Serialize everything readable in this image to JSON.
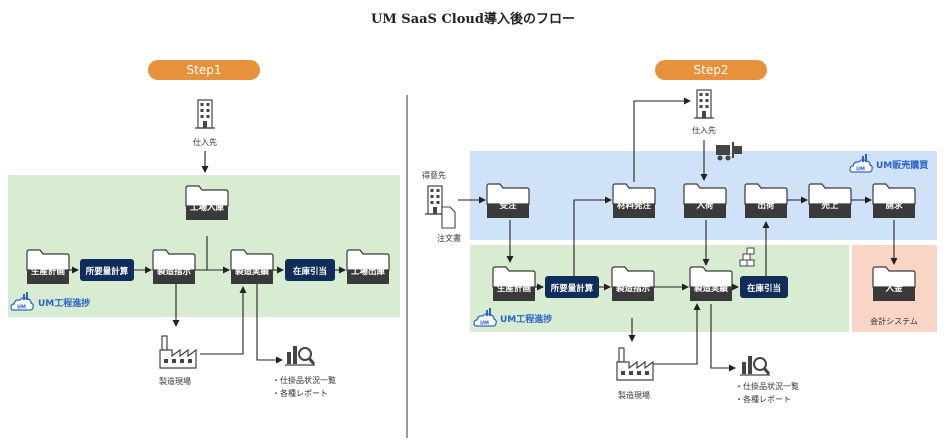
{
  "title": "UM SaaS Cloud導入後のフロー",
  "step1": {
    "label": "Step1",
    "supplier": "仕入先",
    "nodes": {
      "koujou_nyuuko": "工場入庫",
      "seisan_keikaku": "生産計画",
      "shoyouryou": "所要量計算",
      "seizou_shiji": "製造指示",
      "seizou_jisseki": "製造実績",
      "zaiko_hikiate": "在庫引当",
      "koujou_shukko": "工場出庫"
    },
    "brand": "UM工程進捗",
    "factory": "製造現場",
    "report_1": "・仕掛品状況一覧",
    "report_2": "・各種レポート"
  },
  "step2": {
    "label": "Step2",
    "supplier": "仕入先",
    "customer": "得意先",
    "order_doc": "注文書",
    "nodes": {
      "juchuu": "受注",
      "zairyou_hacchuu": "材料発注",
      "nyuuka": "入荷",
      "shukka": "出荷",
      "uriage": "売上",
      "seikyuu": "請求",
      "seisan_keikaku": "生産計画",
      "shoyouryou": "所要量計算",
      "seizou_shiji": "製造指示",
      "seizou_jisseki": "製造実績",
      "zaiko_hikiate": "在庫引当",
      "nyuukin": "入金"
    },
    "brand_sales": "UM販売購買",
    "brand_process": "UM工程進捗",
    "accounting": "会計システム",
    "factory": "製造現場",
    "report_1": "・仕掛品状況一覧",
    "report_2": "・各種レポート"
  },
  "colors": {
    "step_pill": "#e8913c",
    "green_area": "#d8ecd2",
    "blue_area": "#cfe2f7",
    "peach_area": "#f8d5c4",
    "node_dark": "#3a3a3a",
    "calc_navy": "#0f2d59",
    "brand_blue": "#2b63c9"
  }
}
